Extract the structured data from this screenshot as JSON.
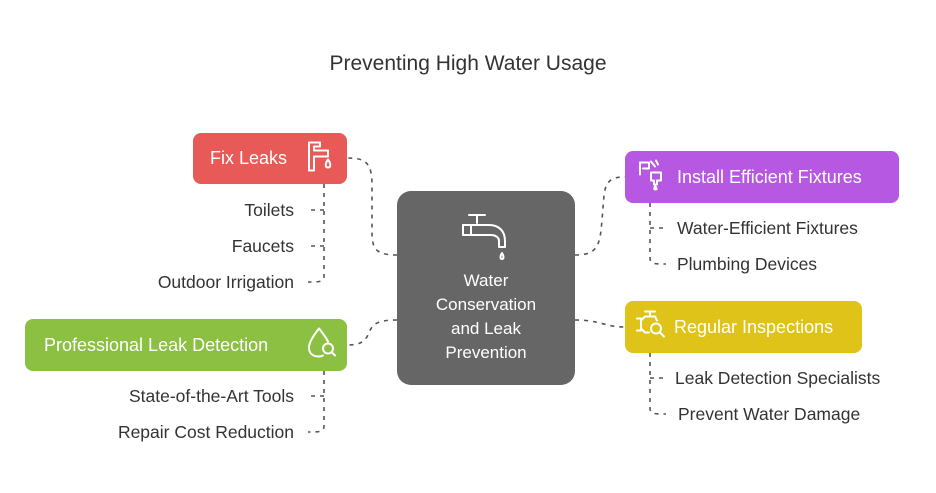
{
  "title": "Preventing High Water Usage",
  "center": {
    "lines": [
      "Water",
      "Conservation",
      "and Leak",
      "Prevention"
    ],
    "icon": "faucet-icon",
    "color": "#666666"
  },
  "branches": [
    {
      "label": "Fix Leaks",
      "icon": "pipe-drop-icon",
      "color": "#e85a57",
      "items": [
        "Toilets",
        "Faucets",
        "Outdoor Irrigation"
      ]
    },
    {
      "label": "Professional Leak Detection",
      "icon": "drop-search-icon",
      "color": "#8cc043",
      "items": [
        "State-of-the-Art Tools",
        "Repair Cost Reduction"
      ]
    },
    {
      "label": "Install Efficient Fixtures",
      "icon": "shower-faucet-icon",
      "color": "#b658e2",
      "items": [
        "Water-Efficient Fixtures",
        "Plumbing Devices"
      ]
    },
    {
      "label": "Regular Inspections",
      "icon": "valve-search-icon",
      "color": "#e0c318",
      "items": [
        "Leak Detection Specialists",
        "Prevent Water Damage"
      ]
    }
  ]
}
